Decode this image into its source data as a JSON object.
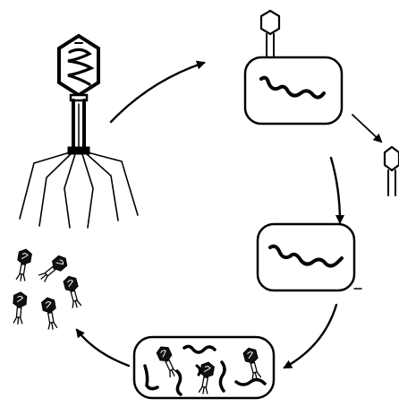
{
  "diagram": {
    "stroke_color": "#000000",
    "background_color": "#ffffff",
    "stages": [
      {
        "id": "free-phage",
        "icon": "bacteriophage-icon"
      },
      {
        "id": "attachment-injection",
        "icon": "phage-on-bacterium-icon"
      },
      {
        "id": "empty-capsid",
        "icon": "empty-phage-capsid-icon"
      },
      {
        "id": "replication",
        "icon": "bacterium-with-phage-dna-icon"
      },
      {
        "id": "assembly",
        "icon": "bacterium-with-new-phages-icon"
      },
      {
        "id": "release",
        "icon": "released-phages-icon"
      }
    ],
    "arrows": [
      {
        "from": "free-phage",
        "to": "attachment-injection"
      },
      {
        "from": "attachment-injection",
        "to": "empty-capsid"
      },
      {
        "from": "attachment-injection",
        "to": "replication"
      },
      {
        "from": "replication",
        "to": "assembly"
      },
      {
        "from": "assembly",
        "to": "release"
      }
    ]
  }
}
